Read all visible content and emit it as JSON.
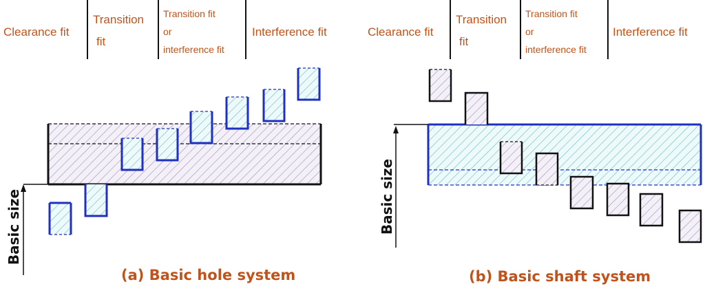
{
  "panel_a": {
    "headers": {
      "clearance": "Clearance fit",
      "transition_line1": "Transition",
      "transition_line2": "fit",
      "tori_line1": "Transition fit",
      "tori_line2": "or",
      "tori_line3": "interference fit",
      "interference": "Interference fit"
    },
    "axis_label": "Basic size",
    "caption": "(a)  Basic hole system"
  },
  "panel_b": {
    "headers": {
      "clearance": "Clearance fit",
      "transition_line1": "Transition",
      "transition_line2": "fit",
      "tori_line1": "Transition fit",
      "tori_line2": "or",
      "tori_line3": "interference fit",
      "interference": "Interference fit"
    },
    "axis_label": "Basic size",
    "caption": "(b) Basic shaft system"
  },
  "colors": {
    "header_text": "#c0531b",
    "shaft_outline": "#1f2fbf",
    "hole_outline": "#111111",
    "hatch_purple": "#b7a6c8",
    "hatch_cyan": "#7cc7cf"
  }
}
